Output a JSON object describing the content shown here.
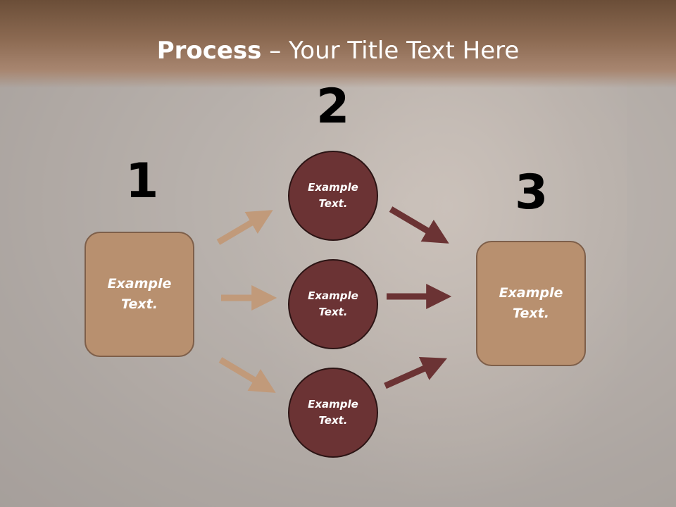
{
  "title": {
    "bold": "Process",
    "rest": " – Your Title Text Here"
  },
  "steps": {
    "one": "1",
    "two": "2",
    "three": "3"
  },
  "boxes": {
    "left": "Example\nText.",
    "right": "Example\nText."
  },
  "circles": {
    "top": "Example\nText.",
    "middle": "Example\nText.",
    "bottom": "Example\nText."
  },
  "colors": {
    "box": "#b8906f",
    "circle": "#6b3334",
    "arrow_light": "#c19a7a",
    "arrow_dark": "#6b3334"
  }
}
